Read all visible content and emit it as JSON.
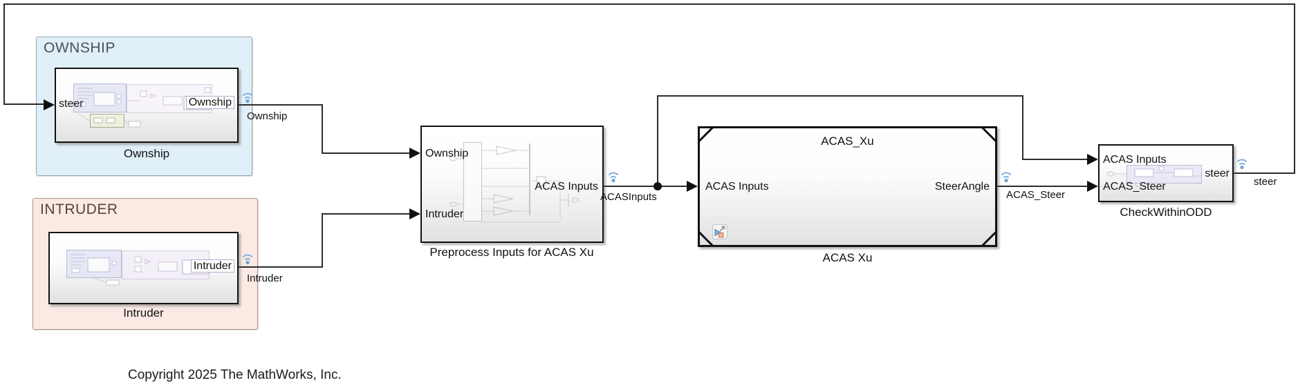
{
  "areas": {
    "ownship": {
      "label": "OWNSHIP"
    },
    "intruder": {
      "label": "INTRUDER"
    }
  },
  "blocks": {
    "ownship": {
      "name": "Ownship",
      "port_in": "steer",
      "port_out": "Ownship"
    },
    "intruder": {
      "name": "Intruder",
      "port_out": "Intruder"
    },
    "preprocess": {
      "name": "Preprocess Inputs for ACAS Xu",
      "port_in1": "Ownship",
      "port_in2": "Intruder",
      "port_out": "ACAS Inputs"
    },
    "acas_xu": {
      "name": "ACAS Xu",
      "inner_title": "ACAS_Xu",
      "port_in": "ACAS Inputs",
      "port_out": "SteerAngle"
    },
    "check_within_odd": {
      "name": "CheckWithinODD",
      "port_in1": "ACAS Inputs",
      "port_in2": "ACAS_Steer",
      "port_out": "steer"
    }
  },
  "signal_labels": {
    "ownship": "Ownship",
    "intruder": "Intruder",
    "acas_inputs": "ACASInputs",
    "acas_steer": "ACAS_Steer",
    "steer": "steer"
  },
  "footer": {
    "copyright": "Copyright 2025 The MathWorks, Inc."
  },
  "colors": {
    "ownship_area_fill": "#e1eff9",
    "intruder_area_fill": "#faeae3",
    "wire": "#2b2b2b",
    "wireless_badge_blue": "#7fb0e2"
  }
}
